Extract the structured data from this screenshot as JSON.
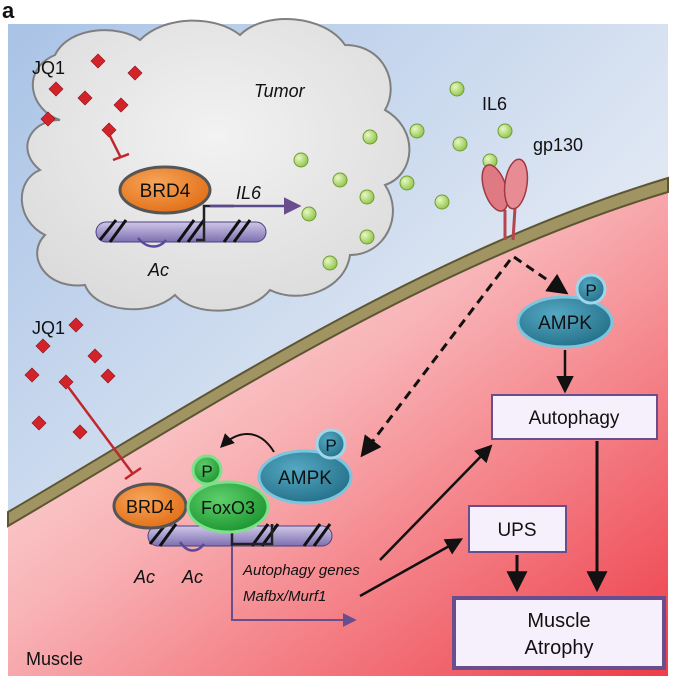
{
  "panel_label": "a",
  "tumor": {
    "region_label": "Tumor",
    "jq1_label": "JQ1",
    "brd4_label": "BRD4",
    "ac_label": "Ac",
    "gene_label": "IL6"
  },
  "secreted": {
    "il6_label": "IL6",
    "receptor_label": "gp130"
  },
  "muscle": {
    "region_label": "Muscle",
    "jq1_label": "JQ1",
    "brd4_label": "BRD4",
    "foxo3_label": "FoxO3",
    "p_label": "P",
    "ac_label_1": "Ac",
    "ac_label_2": "Ac",
    "ampk_label": "AMPK",
    "ampk_p_label": "P",
    "ampk_top_label": "AMPK",
    "ampk_top_p_label": "P",
    "genes_line1": "Autophagy genes",
    "genes_line2": "Mafbx/Murf1",
    "autophagy_label": "Autophagy",
    "ups_label": "UPS",
    "atrophy_line1": "Muscle",
    "atrophy_line2": "Atrophy"
  },
  "colors": {
    "tumor_bg": "#c2d6ee",
    "muscle_bg": "#f15a62",
    "membrane": "#9a8f5c",
    "brd4": "#e8781e",
    "foxo3": "#22a83a",
    "ampk": "#2c7f99",
    "il6_dot": "#b7de74",
    "jq1": "#d2232a",
    "box_border": "#6a4d8c",
    "gp130": "#e07a82"
  }
}
